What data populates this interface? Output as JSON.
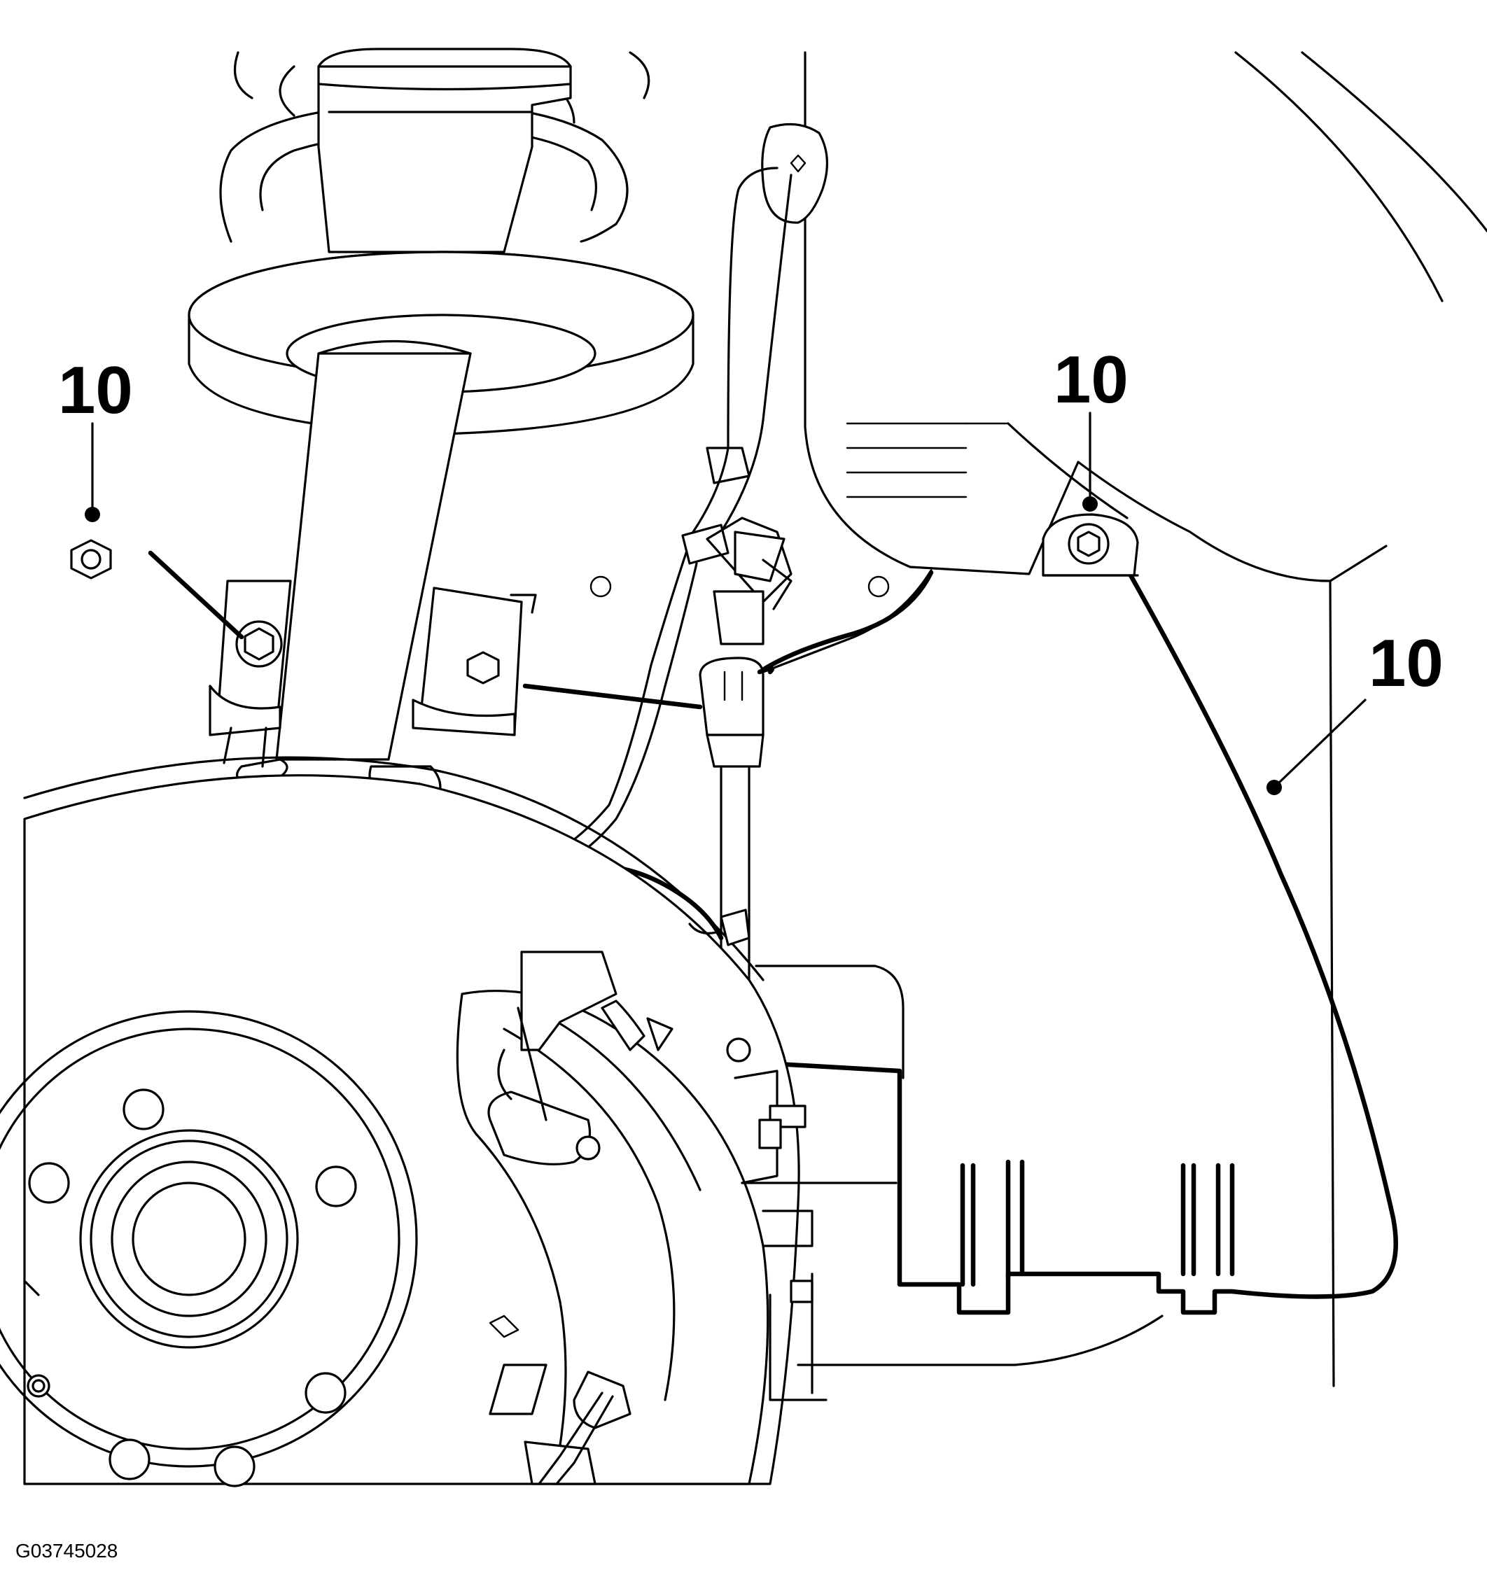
{
  "figure_id": "G03745028",
  "callouts": [
    {
      "label": "10"
    },
    {
      "label": "10"
    },
    {
      "label": "10"
    }
  ],
  "colors": {
    "line": "#000000",
    "background": "#ffffff"
  }
}
